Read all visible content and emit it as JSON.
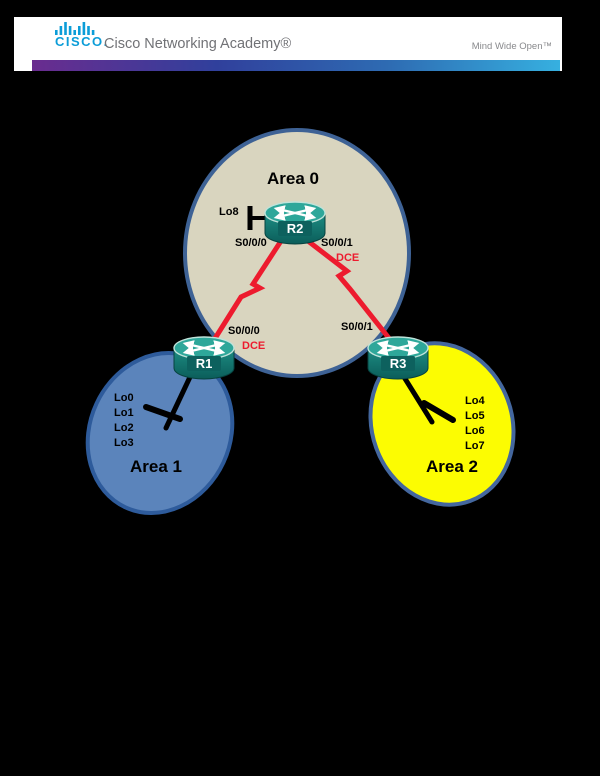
{
  "header": {
    "brand": "CISCO.",
    "brand_bars_icon": "cisco-signal-bars",
    "product": "Cisco Networking Academy®",
    "tagline": "Mind Wide Open™",
    "colors": {
      "cisco_blue": "#0c9dd8",
      "text_gray": "#717276",
      "gradient_left": "#6a2c8f",
      "gradient_mid": "#30409c",
      "gradient_right": "#36b0e0"
    }
  },
  "diagram": {
    "link_color": "#ed1b2e",
    "connector_color": "#000000",
    "dce_color": "#ed1b2e",
    "areas": {
      "area0": {
        "label": "Area 0",
        "fill": "#d9d5bf",
        "border": "#3e6295"
      },
      "area1": {
        "label": "Area 1",
        "fill": "#5b84bb",
        "border": "#2e5b9b"
      },
      "area2": {
        "label": "Area 2",
        "fill": "#fcfc02",
        "border": "#44679e"
      }
    },
    "routers": {
      "r1": {
        "name": "R1",
        "interface": "S0/0/0",
        "role": "DCE",
        "loopbacks": [
          "Lo0",
          "Lo1",
          "Lo2",
          "Lo3"
        ]
      },
      "r2": {
        "name": "R2",
        "loopback": "Lo8",
        "interface_left": "S0/0/0",
        "interface_right": "S0/0/1",
        "interface_right_role": "DCE"
      },
      "r3": {
        "name": "R3",
        "interface": "S0/0/1",
        "loopbacks": [
          "Lo4",
          "Lo5",
          "Lo6",
          "Lo7"
        ]
      }
    }
  }
}
